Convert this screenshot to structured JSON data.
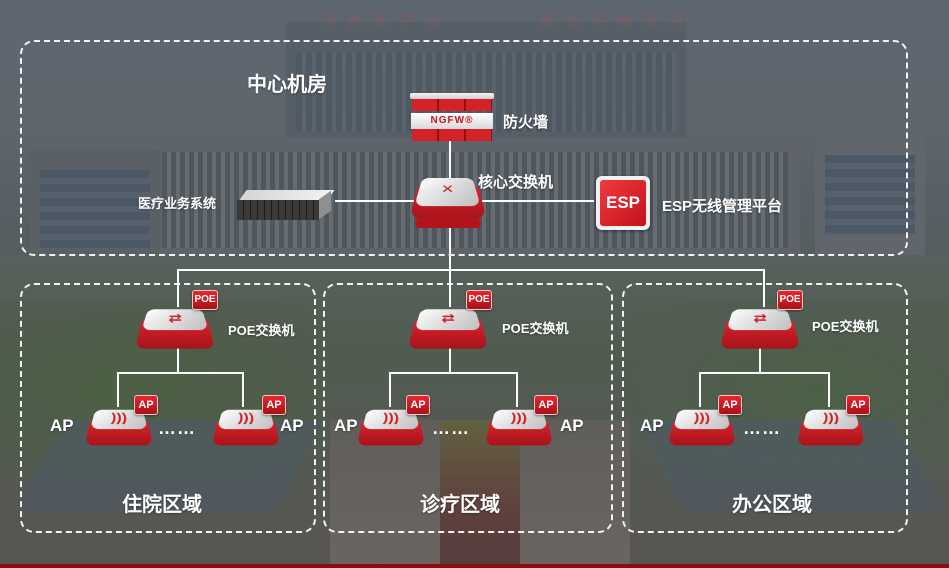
{
  "background": {
    "building_sign_left": "滨州医学院",
    "building_sign_right": "烟台附属医院"
  },
  "data_center": {
    "title": "中心机房",
    "firewall": {
      "label": "防火墙",
      "device_text": "NGFW®"
    },
    "core_switch": {
      "label": "核心交换机"
    },
    "medical_system": {
      "label": "医疗业务系统"
    },
    "esp_platform": {
      "label": "ESP无线管理平台",
      "icon_text": "ESP"
    }
  },
  "zones": [
    {
      "title": "住院区域",
      "switch_label": "POE交换机",
      "switch_badge": "POE",
      "ap_badge": "AP",
      "ap_left_label": "AP",
      "ap_right_label": "AP",
      "ellipsis": "……"
    },
    {
      "title": "诊疗区域",
      "switch_label": "POE交换机",
      "switch_badge": "POE",
      "ap_badge": "AP",
      "ap_left_label": "AP",
      "ap_right_label": "AP",
      "ellipsis": "……"
    },
    {
      "title": "办公区域",
      "switch_label": "POE交换机",
      "switch_badge": "POE",
      "ap_badge": "AP",
      "ap_left_label": "AP",
      "ellipsis": "……"
    }
  ],
  "colors": {
    "accent_red": "#d2202a",
    "line": "#ffffff",
    "bottom_bar": "#8c0f0f"
  }
}
